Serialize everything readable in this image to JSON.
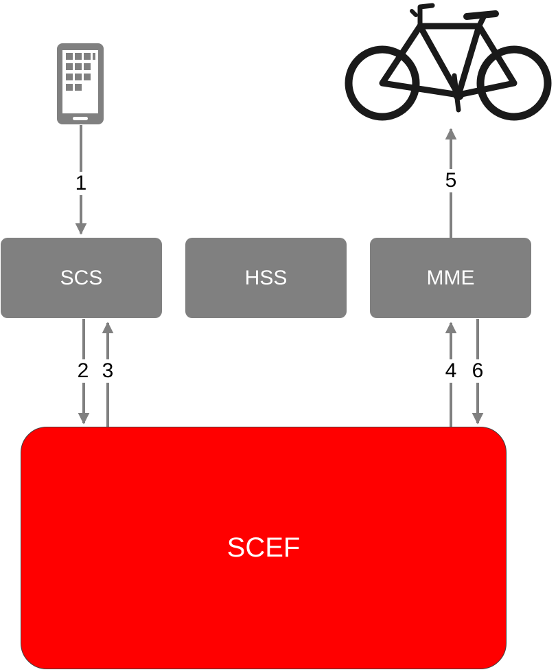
{
  "nodes": {
    "scs": "SCS",
    "hss": "HSS",
    "mme": "MME",
    "scef": "SCEF"
  },
  "steps": [
    "1",
    "2",
    "3",
    "4",
    "5",
    "6"
  ],
  "colors": {
    "node_fill": "#808080",
    "scef_fill": "#ff0000",
    "arrow": "#808080",
    "device": "#808080",
    "bicycle": "#1a1a1a"
  },
  "icons": {
    "device": "smartphone-icon",
    "thing": "bicycle-icon"
  }
}
